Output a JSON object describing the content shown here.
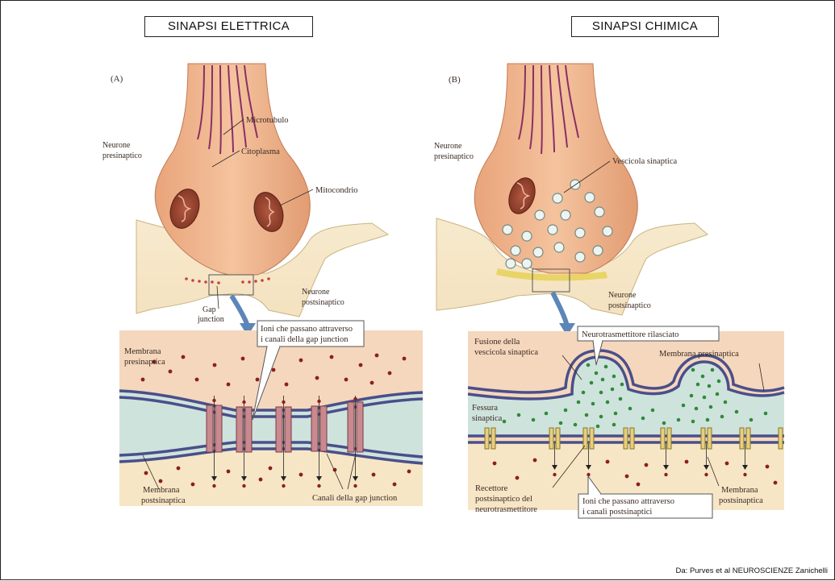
{
  "titles": {
    "left": "SINAPSI ELETTRICA",
    "right": "SINAPSI CHIMICA"
  },
  "panel_a": {
    "letter": "(A)",
    "presynaptic_neuron": [
      "Neurone",
      "presinaptico"
    ],
    "microtubule": "Microtubulo",
    "cytoplasm": "Citoplasma",
    "mitochondrion": "Mitocondrio",
    "postsynaptic_neuron": [
      "Neurone",
      "postsinaptico"
    ],
    "gap_junction": [
      "Gap",
      "junction"
    ],
    "ions_callout": [
      "Ioni che passano attraverso",
      "i canali della gap junction"
    ],
    "pre_membrane": [
      "Membrana",
      "presinaptica"
    ],
    "post_membrane": [
      "Membrana",
      "postsinaptica"
    ],
    "gap_channels": "Canali della gap junction"
  },
  "panel_b": {
    "letter": "(B)",
    "presynaptic_neuron": [
      "Neurone",
      "presinaptico"
    ],
    "synaptic_vesicle": "Vescicola sinaptica",
    "postsynaptic_neuron": [
      "Neurone",
      "postsinaptico"
    ],
    "vesicle_fusion": [
      "Fusione della",
      "vescicola sinaptica"
    ],
    "transmitter_released": "Neurotrasmettitore rilasciato",
    "pre_membrane": "Membrana presinaptica",
    "cleft": [
      "Fessura",
      "sinaptica"
    ],
    "receptor": [
      "Recettore",
      "postsinaptico del",
      "neurotrasmettitore"
    ],
    "ions_callout": [
      "Ioni che passano attraverso",
      "i canali postsinaptici"
    ],
    "post_membrane": [
      "Membrana",
      "postsinaptica"
    ]
  },
  "credit": "Da: Purves et al NEUROSCIENZE Zanichelli",
  "colors": {
    "neuron": "#f2bc94",
    "postsynaptic": "#f3e2bd",
    "cleft": "#cfe3dd",
    "membrane": "#4a4f8a",
    "ion": "#8b1f1f",
    "transmitter": "#2f8a3a",
    "channel": "#c98a8f"
  }
}
